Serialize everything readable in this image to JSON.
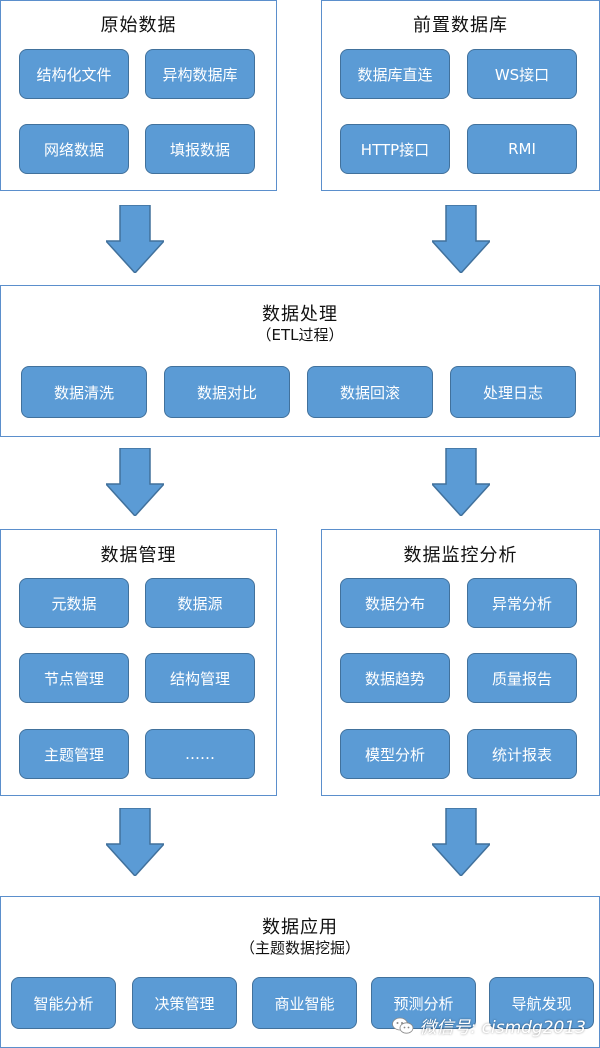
{
  "sections": {
    "raw_data": {
      "title": "原始数据",
      "items": [
        "结构化文件",
        "异构数据库",
        "网络数据",
        "填报数据"
      ]
    },
    "front_db": {
      "title": "前置数据库",
      "items": [
        "数据库直连",
        "WS接口",
        "HTTP接口",
        "RMI"
      ]
    },
    "processing": {
      "title": "数据处理",
      "subtitle": "（ETL过程）",
      "items": [
        "数据清洗",
        "数据对比",
        "数据回滚",
        "处理日志"
      ]
    },
    "management": {
      "title": "数据管理",
      "items": [
        "元数据",
        "数据源",
        "节点管理",
        "结构管理",
        "主题管理",
        "……"
      ]
    },
    "monitoring": {
      "title": "数据监控分析",
      "items": [
        "数据分布",
        "异常分析",
        "数据趋势",
        "质量报告",
        "模型分析",
        "统计报表"
      ]
    },
    "application": {
      "title": "数据应用",
      "subtitle": "（主题数据挖掘）",
      "items": [
        "智能分析",
        "决策管理",
        "商业智能",
        "预测分析",
        "导航发现"
      ]
    }
  },
  "watermark": {
    "text": "微信号: cismdg2013",
    "icon": "wechat-icon"
  },
  "colors": {
    "box_fill": "#5b9bd5",
    "box_border": "#41719c",
    "panel_border": "#5b8fcc",
    "arrow": "#5b9bd5"
  }
}
